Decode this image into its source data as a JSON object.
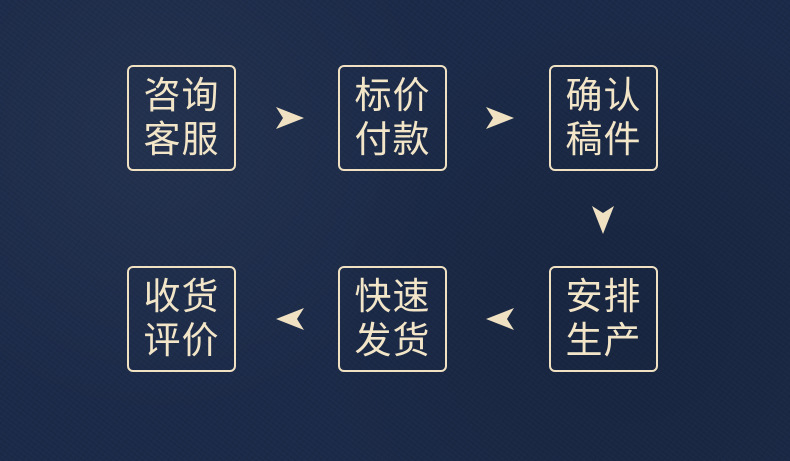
{
  "colors": {
    "background": "#1b2a48",
    "accent": "#efe1c2"
  },
  "flow": {
    "steps": [
      {
        "line1": "咨询",
        "line2": "客服"
      },
      {
        "line1": "标价",
        "line2": "付款"
      },
      {
        "line1": "确认",
        "line2": "稿件"
      },
      {
        "line1": "安排",
        "line2": "生产"
      },
      {
        "line1": "快速",
        "line2": "发货"
      },
      {
        "line1": "收货",
        "line2": "评价"
      }
    ],
    "arrows": [
      {
        "icon": "arrow-right-icon"
      },
      {
        "icon": "arrow-right-icon"
      },
      {
        "icon": "arrow-down-icon"
      },
      {
        "icon": "arrow-left-icon"
      },
      {
        "icon": "arrow-left-icon"
      }
    ]
  }
}
